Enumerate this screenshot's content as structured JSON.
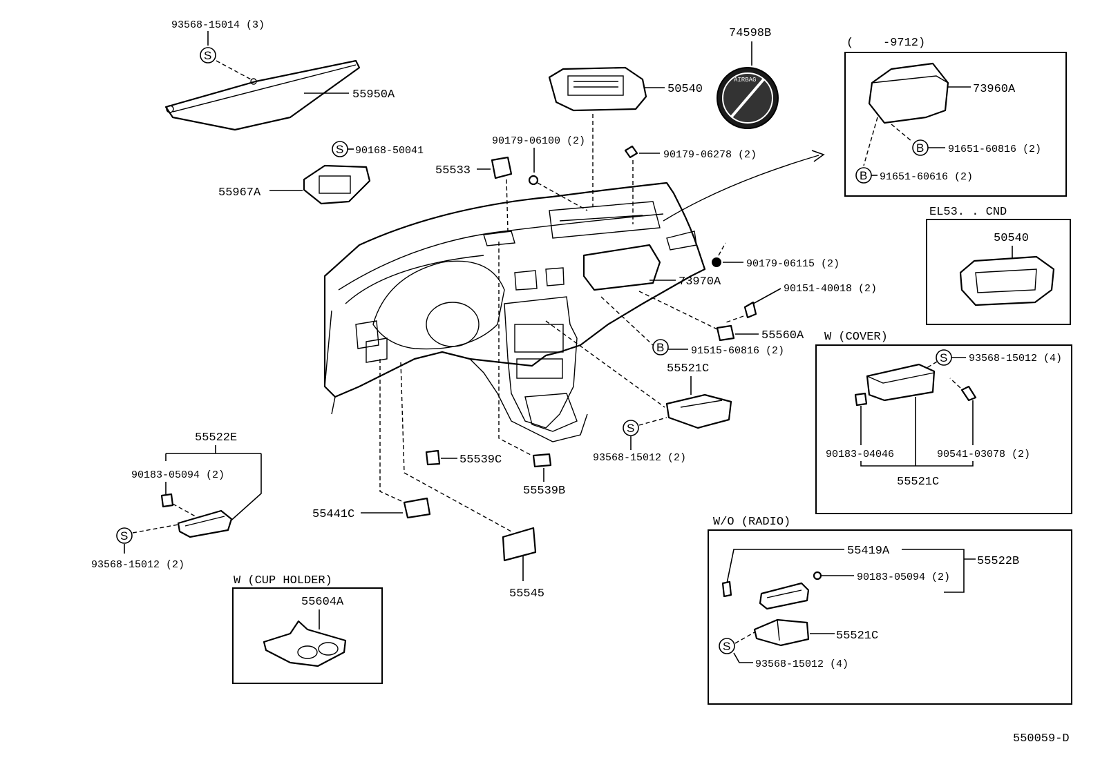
{
  "labels": {
    "p93568_15014": "93568-15014 (3)",
    "p55950A": "55950A",
    "p90168_50041": "90168-50041",
    "p55967A": "55967A",
    "p74598B": "74598B",
    "p50540_main": "50540",
    "p90179_06100": "90179-06100 (2)",
    "p55533": "55533",
    "p90179_06278": "90179-06278 (2)",
    "p90179_06115": "90179-06115 (2)",
    "p73970A": "73970A",
    "p90151_40018": "90151-40018 (2)",
    "p55560A": "55560A",
    "p91515_60816": "91515-60816 (2)",
    "p55521C_main": "55521C",
    "p93568_15012_main": "93568-15012 (2)",
    "p55522E": "55522E",
    "p90183_05094_left": "90183-05094 (2)",
    "p93568_15012_left": "93568-15012 (2)",
    "p55539C": "55539C",
    "p55539B": "55539B",
    "p55441C": "55441C",
    "p55545": "55545",
    "p55604A": "55604A",
    "airbag_text": "AIRBAG",
    "doc_id": "550059-D"
  },
  "boxes": {
    "pre9712": {
      "title_open": "(",
      "title_close": "-9712)",
      "p73960A": "73960A",
      "p91651_60816": "91651-60816 (2)",
      "p91651_60616": "91651-60616 (2)"
    },
    "el53": {
      "title": "EL53. . CND",
      "p50540": "50540"
    },
    "cover": {
      "title": "W (COVER)",
      "p93568_15012": "93568-15012 (4)",
      "p90183_04046": "90183-04046",
      "p90541_03078": "90541-03078 (2)",
      "p55521C": "55521C"
    },
    "radio": {
      "title": "W/O (RADIO)",
      "p55419A": "55419A",
      "p55522B": "55522B",
      "p90183_05094": "90183-05094 (2)",
      "p55521C": "55521C",
      "p93568_15012": "93568-15012 (4)"
    },
    "cup": {
      "title": "W (CUP  HOLDER)",
      "p55604A": "55604A"
    }
  },
  "symbols": {
    "screw": "S",
    "bolt": "B"
  }
}
